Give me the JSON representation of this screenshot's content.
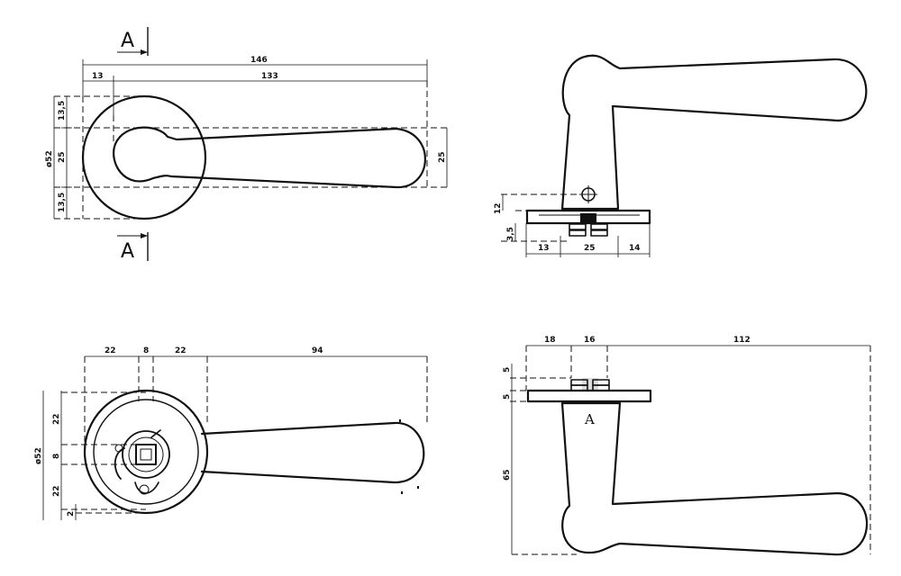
{
  "section_marker": "A",
  "views": {
    "front": {
      "overall_length": "146",
      "rose_offset": "13",
      "lever_length": "133",
      "upper_radius": "13,5",
      "grip_height": "25",
      "lower_radius": "13,5",
      "diameter": "ø52",
      "tip_height": "25"
    },
    "side_top": {
      "screw_height": "12",
      "base_height": "3,5",
      "left_offset": "13",
      "neck_width": "25",
      "right_offset": "14"
    },
    "rear": {
      "left_gap": "22",
      "spindle": "8",
      "right_gap": "22",
      "lever_reach": "94",
      "upper_gap": "22",
      "spindle_height": "8",
      "lower_gap": "22",
      "diameter": "ø52",
      "small_offset": "2"
    },
    "side_bottom": {
      "left_offset": "18",
      "base_width": "16",
      "lever_reach": "112",
      "cap_height": "5",
      "plate_height": "5",
      "total_drop": "65"
    }
  }
}
